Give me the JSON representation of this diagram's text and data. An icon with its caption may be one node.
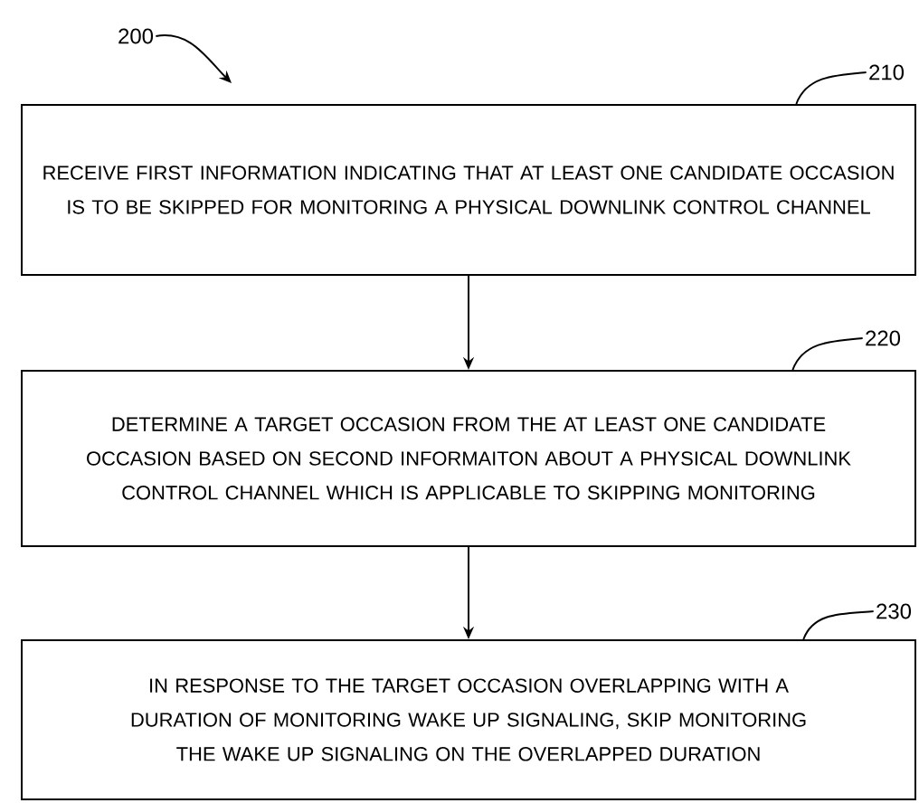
{
  "diagram": {
    "nodes": [
      {
        "text": [
          "RECEIVE FIRST INFORMATION INDICATING THAT AT LEAST ONE CANDIDATE OCCASION IS TO BE SKIPPED FOR MONITORING A PHYSICAL DOWNLINK CONTROL CHANNEL"
        ]
      },
      {
        "text": [
          "DETERMINE A TARGET OCCASION FROM THE AT LEAST ONE CANDIDATE OCCASION BASED ON SECOND INFORMAITON ABOUT A PHYSICAL DOWNLINK CONTROL CHANNEL WHICH IS APPLICABLE TO SKIPPING MONITORING"
        ]
      },
      {
        "text": [
          "IN RESPONSE TO THE TARGET OCCASION OVERLAPPING WITH A DURATION OF MONITORING WAKE UP SIGNALING, SKIP MONITORING THE WAKE UP SIGNALING ON THE OVERLAPPED DURATION"
        ]
      },
      {
        "text": [
          "200"
        ]
      },
      {
        "text": [
          "210"
        ]
      },
      {
        "text": [
          "220"
        ]
      },
      {
        "text": [
          "230"
        ]
      }
    ],
    "edges": [
      {
        "from": 0,
        "to": 1,
        "arrow": "to"
      },
      {
        "from": 1,
        "to": 2,
        "arrow": "to"
      },
      {
        "from": 3,
        "to": null,
        "arrow": "to"
      },
      {
        "from": 4,
        "to": 0,
        "arrow": "none"
      },
      {
        "from": 5,
        "to": 1,
        "arrow": "none"
      },
      {
        "from": 6,
        "to": 2,
        "arrow": "none"
      }
    ]
  }
}
